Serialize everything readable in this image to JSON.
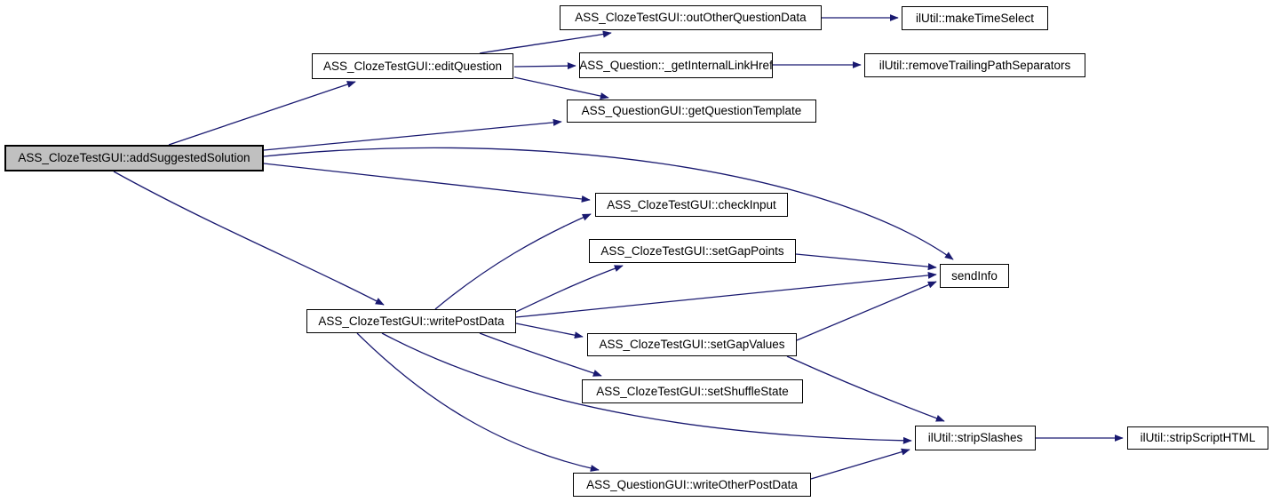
{
  "diagram": {
    "type": "call-graph",
    "background_color": "#ffffff",
    "edge_color": "#191970",
    "node_border_color": "#000000",
    "node_fill_color": "#ffffff",
    "highlight_fill_color": "#c0c0c0",
    "nodes": {
      "addSuggestedSolution": {
        "label": "ASS_ClozeTestGUI::addSuggestedSolution",
        "highlighted": true
      },
      "editQuestion": {
        "label": "ASS_ClozeTestGUI::editQuestion"
      },
      "outOtherQuestionData": {
        "label": "ASS_ClozeTestGUI::outOtherQuestionData"
      },
      "makeTimeSelect": {
        "label": "ilUtil::makeTimeSelect"
      },
      "getInternalLinkHref": {
        "label": "ASS_Question::_getInternalLinkHref"
      },
      "removeTrailingPathSeparators": {
        "label": "ilUtil::removeTrailingPathSeparators"
      },
      "getQuestionTemplate": {
        "label": "ASS_QuestionGUI::getQuestionTemplate"
      },
      "checkInput": {
        "label": "ASS_ClozeTestGUI::checkInput"
      },
      "setGapPoints": {
        "label": "ASS_ClozeTestGUI::setGapPoints"
      },
      "writePostData": {
        "label": "ASS_ClozeTestGUI::writePostData"
      },
      "setGapValues": {
        "label": "ASS_ClozeTestGUI::setGapValues"
      },
      "setShuffleState": {
        "label": "ASS_ClozeTestGUI::setShuffleState"
      },
      "sendInfo": {
        "label": "sendInfo"
      },
      "stripSlashes": {
        "label": "ilUtil::stripSlashes"
      },
      "stripScriptHTML": {
        "label": "ilUtil::stripScriptHTML"
      },
      "writeOtherPostData": {
        "label": "ASS_QuestionGUI::writeOtherPostData"
      }
    },
    "edges": [
      {
        "from": "addSuggestedSolution",
        "to": "editQuestion"
      },
      {
        "from": "addSuggestedSolution",
        "to": "getQuestionTemplate"
      },
      {
        "from": "addSuggestedSolution",
        "to": "checkInput"
      },
      {
        "from": "addSuggestedSolution",
        "to": "sendInfo"
      },
      {
        "from": "addSuggestedSolution",
        "to": "writePostData"
      },
      {
        "from": "editQuestion",
        "to": "outOtherQuestionData"
      },
      {
        "from": "editQuestion",
        "to": "getInternalLinkHref"
      },
      {
        "from": "editQuestion",
        "to": "getQuestionTemplate"
      },
      {
        "from": "outOtherQuestionData",
        "to": "makeTimeSelect"
      },
      {
        "from": "getInternalLinkHref",
        "to": "removeTrailingPathSeparators"
      },
      {
        "from": "writePostData",
        "to": "checkInput"
      },
      {
        "from": "writePostData",
        "to": "setGapPoints"
      },
      {
        "from": "writePostData",
        "to": "sendInfo"
      },
      {
        "from": "writePostData",
        "to": "setGapValues"
      },
      {
        "from": "writePostData",
        "to": "setShuffleState"
      },
      {
        "from": "writePostData",
        "to": "stripSlashes"
      },
      {
        "from": "writePostData",
        "to": "writeOtherPostData"
      },
      {
        "from": "setGapPoints",
        "to": "sendInfo"
      },
      {
        "from": "setGapValues",
        "to": "sendInfo"
      },
      {
        "from": "setGapValues",
        "to": "stripSlashes"
      },
      {
        "from": "writeOtherPostData",
        "to": "stripSlashes"
      },
      {
        "from": "stripSlashes",
        "to": "stripScriptHTML"
      }
    ]
  }
}
